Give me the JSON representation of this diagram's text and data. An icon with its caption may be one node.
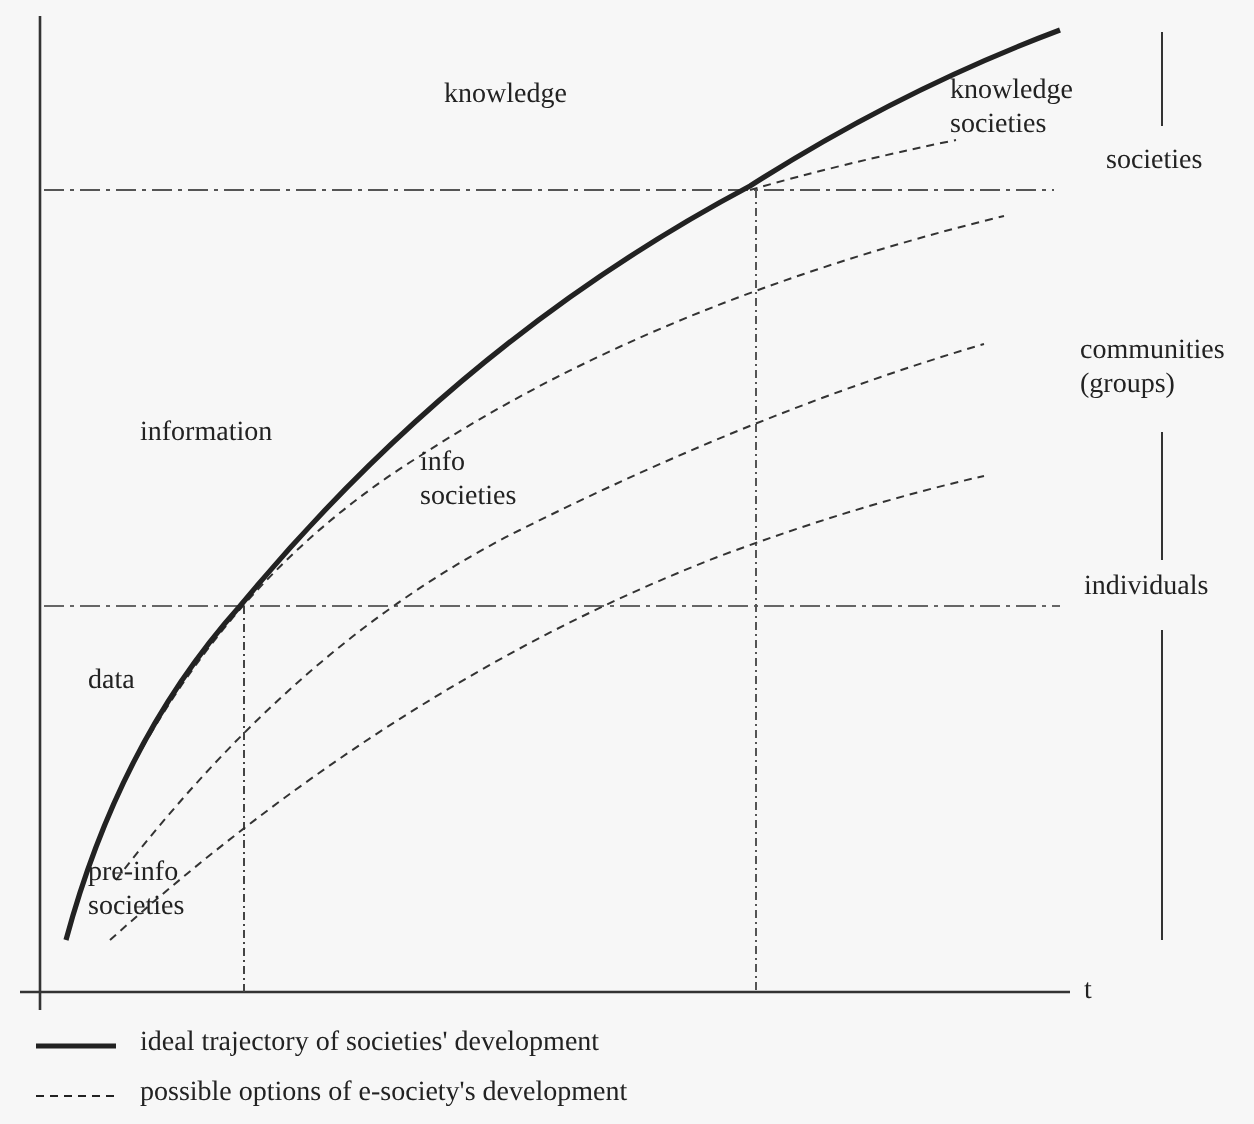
{
  "diagram": {
    "labels": [
      "knowledge",
      "knowledge societies",
      "societies",
      "information",
      "info societies",
      "communities (groups)",
      "individuals",
      "data",
      "pre-info societies",
      "t"
    ],
    "legend": [
      {
        "text": "ideal trajectory of societies' development"
      },
      {
        "text": "possible options of e-society's development"
      }
    ]
  }
}
